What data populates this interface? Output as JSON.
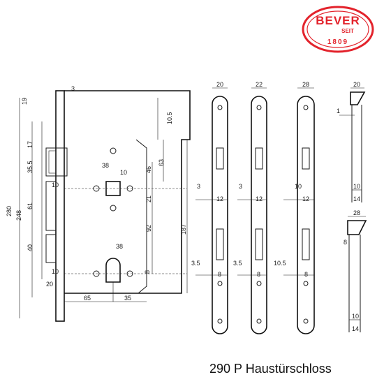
{
  "logo": {
    "brand": "BEVER",
    "since_label": "SEIT",
    "year": "1809",
    "color": "#e3232c"
  },
  "caption": "290 P Haustürschloss",
  "main_view": {
    "top_dims": [
      "3",
      "19"
    ],
    "left_dims": [
      "280",
      "248",
      "17",
      "35.5",
      "61",
      "40",
      "10",
      "20"
    ],
    "right_dims": [
      "10.5",
      "38",
      "10",
      "46",
      "63",
      "21",
      "187",
      "92",
      "38",
      "8"
    ],
    "bottom_dims": [
      "65",
      "35"
    ]
  },
  "faceplates": [
    {
      "width": "20",
      "side_top": "3",
      "bolt": "12",
      "side_low": "3.5",
      "low": "8"
    },
    {
      "width": "22",
      "side_top": "3",
      "bolt": "12",
      "side_low": "3.5",
      "low": "8"
    },
    {
      "width": "28",
      "side_top": "10",
      "bolt": "12",
      "side_low": "10.5",
      "low": "8"
    }
  ],
  "side_view_top": {
    "width": "20",
    "offset": "1",
    "d1": "10",
    "d2": "14"
  },
  "side_view_bottom": {
    "width": "28",
    "d0": "8",
    "d1": "10",
    "d2": "14"
  }
}
